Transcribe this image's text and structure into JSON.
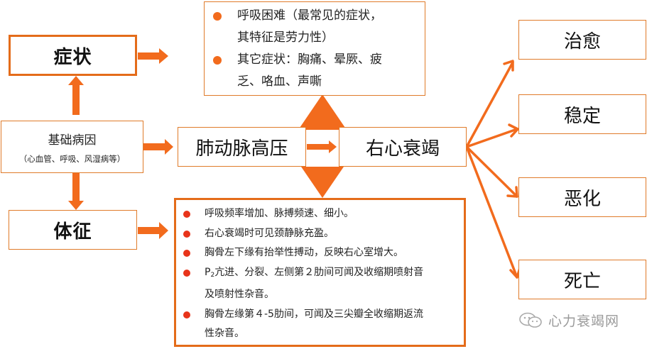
{
  "colors": {
    "accent": "#f26b1d",
    "border": "#e07b2a",
    "bullet_signs": "#e8341a",
    "text": "#111111",
    "watermark": "#9a9a9a"
  },
  "nodes": {
    "symptoms": "症状",
    "signs": "体征",
    "cause_title": "基础病因",
    "cause_subtitle": "（心血管、呼吸、风湿病等）",
    "pah": "肺动脉高压",
    "rhf": "右心衰竭",
    "outcomes": [
      "治愈",
      "稳定",
      "恶化",
      "死亡"
    ]
  },
  "symptom_list": [
    {
      "line1": "呼吸困难（最常见的症状，",
      "line2": "其特征是劳力性）"
    },
    {
      "line1": "其它症状：胸痛、晕厥、疲",
      "line2": "乏、咯血、声嘶"
    }
  ],
  "sign_list": [
    {
      "text": "呼吸频率增加、脉搏频速、细小。"
    },
    {
      "text": "右心衰竭时可见颈静脉充盈。"
    },
    {
      "text": "胸骨左下缘有抬举性搏动，反映右心室增大。"
    },
    {
      "prefix": "P",
      "sub": "2",
      "line1": "亢进、分裂、左侧第２肋间可闻及收缩期喷射音",
      "line2": "及喷射性杂音。"
    },
    {
      "line1": "胸骨左缘第４-5肋间，可闻及三尖瓣全收缩期返流",
      "line2": "性杂音。"
    }
  ],
  "watermark": {
    "icon": "wechat-icon",
    "text": "心力衰竭网"
  }
}
